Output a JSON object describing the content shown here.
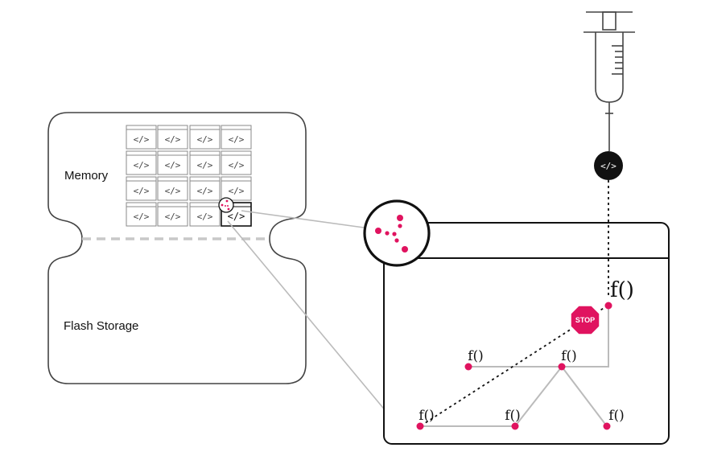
{
  "device": {
    "memory_label": "Memory",
    "flash_label": "Flash Storage"
  },
  "code_tile_label": "</>",
  "injected_code_label": "</>",
  "stop_sign_label": "STOP",
  "function_label": "f()",
  "colors": {
    "accent": "#e0135f",
    "stroke": "#444444",
    "connector": "#bbbbbb",
    "dark": "#111111"
  },
  "icons": [
    "syringe-icon",
    "code-icon",
    "stop-sign-icon",
    "network-icon"
  ]
}
